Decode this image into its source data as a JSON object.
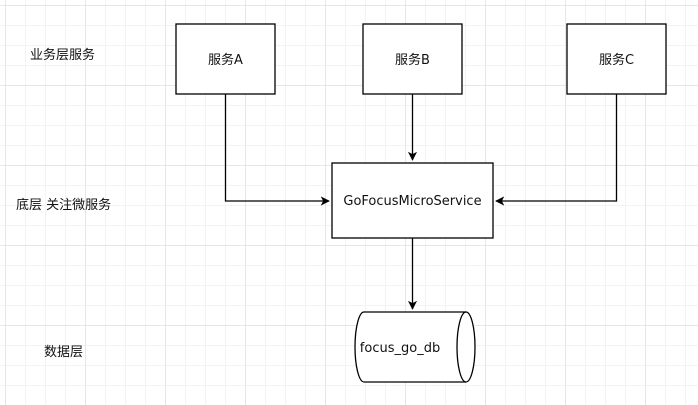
{
  "layers": {
    "business": "业务层服务",
    "base": "底层 关注微服务",
    "data": "数据层"
  },
  "nodes": {
    "service_a": "服务A",
    "service_b": "服务B",
    "service_c": "服务C",
    "micro_service": "GoFocusMicroService",
    "database": "focus_go_db"
  },
  "edges": [
    {
      "from": "service_a",
      "to": "micro_service"
    },
    {
      "from": "service_b",
      "to": "micro_service"
    },
    {
      "from": "service_c",
      "to": "micro_service"
    },
    {
      "from": "micro_service",
      "to": "database"
    }
  ]
}
